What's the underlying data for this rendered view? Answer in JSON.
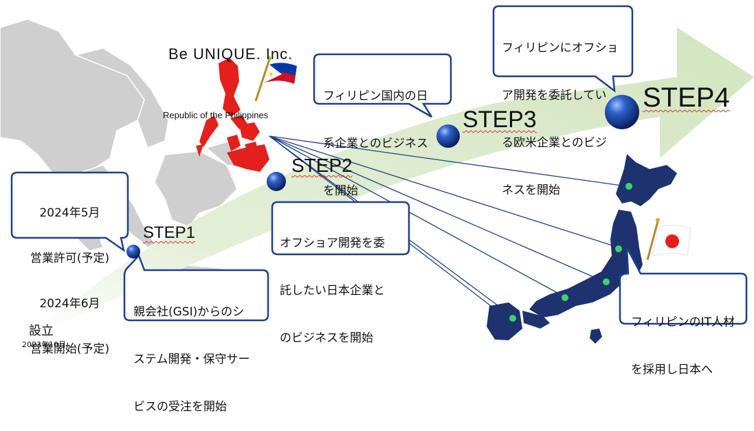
{
  "company": "Be UNIQUE. Inc.",
  "country_label": "Republic of the Philippines",
  "founding": {
    "label": "設立",
    "date": "2023年10月"
  },
  "license_box": [
    "2024年5月",
    "営業許可(予定)",
    "2024年6月",
    "営業開始(予定)"
  ],
  "steps": [
    {
      "label": "STEP1",
      "text": [
        "親会社(GSI)からのシ",
        "ステム開発・保守サー",
        "ビスの受注を開始"
      ]
    },
    {
      "label": "STEP2",
      "text": [
        "オフショア開発を委",
        "託したい日本企業と",
        "のビジネスを開始"
      ]
    },
    {
      "label": "STEP3",
      "text": [
        "フィリピン国内の日",
        "系企業とのビジネス",
        "を開始"
      ]
    },
    {
      "label": "STEP4",
      "text": [
        "フィリピンにオフショ",
        "ア開発を委託してい",
        "る欧米企業とのビジ",
        "ネスを開始"
      ]
    }
  ],
  "japan_box": [
    "フィリピンのIT人材",
    "を採用し日本へ"
  ],
  "colors": {
    "arrow": "#dfeccf",
    "sphere": "#1a3f9c",
    "box_border": "#1f3f8a",
    "japan": "#1e3270",
    "philippines": "#e3201b",
    "map_gray": "#cdcdcd"
  }
}
